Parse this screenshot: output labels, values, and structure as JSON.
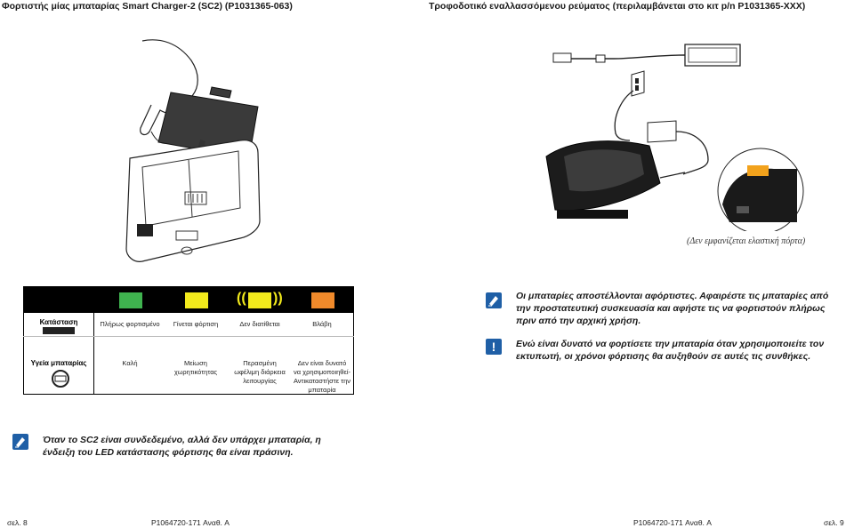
{
  "header": {
    "left_title": "Φορτιστής μίας μπαταρίας Smart Charger-2 (SC2) (P1031365-063)",
    "right_title": "Τροφοδοτικό εναλλασσόμενου ρεύματος (περιλαμβάνεται στο κιτ p/n P1031365-XXX)"
  },
  "figure_right": {
    "caption": "(Δεν εμφανίζεται ελαστική πόρτα)"
  },
  "status_table": {
    "colors": [
      "#3fb34f",
      "#f2ea1c",
      "#f2ea1c",
      "#f08a2b"
    ],
    "charge_row": {
      "label": "Κατάσταση φόρτισης",
      "cells": [
        "Πλήρως φορτισμένο",
        "Γίνεται φόρτιση",
        "Δεν διατίθεται",
        "Βλάβη"
      ]
    },
    "health_row": {
      "label": "Υγεία μπαταρίας",
      "cells": [
        "Καλή",
        "Μείωση\nχωρητικότητας",
        "Περασμένη\nωφέλιμη διάρκεια\nλειτουργίας",
        "Δεν είναι δυνατό\nνα χρησιμοποιηθεί-\nΑντικαταστήστε την\nμπαταρία"
      ]
    }
  },
  "notes": {
    "note1": "Οι μπαταρίες αποστέλλονται αφόρτιστες. Αφαιρέστε τις μπαταρίες από την προστατευτική συσκευασία και αφήστε τις να φορτιστούν πλήρως πριν από την αρχική χρήση.",
    "note2": "Ενώ είναι δυνατό να φορτίσετε την μπαταρία όταν χρησιμοποιείτε τον εκτυπωτή, οι χρόνοι φόρτισης θα αυξηθούν σε αυτές τις συνθήκες.",
    "note3": "Όταν το SC2 είναι συνδεδεμένο, αλλά δεν υπάρχει μπαταρία, η ένδειξη του LED κατάστασης φόρτισης θα είναι πράσινη."
  },
  "footer": {
    "left_page": "σελ. 8",
    "left_doc": "P1064720-171 Αναθ. A",
    "right_doc": "P1064720-171 Αναθ. A",
    "right_page": "σελ. 9"
  }
}
